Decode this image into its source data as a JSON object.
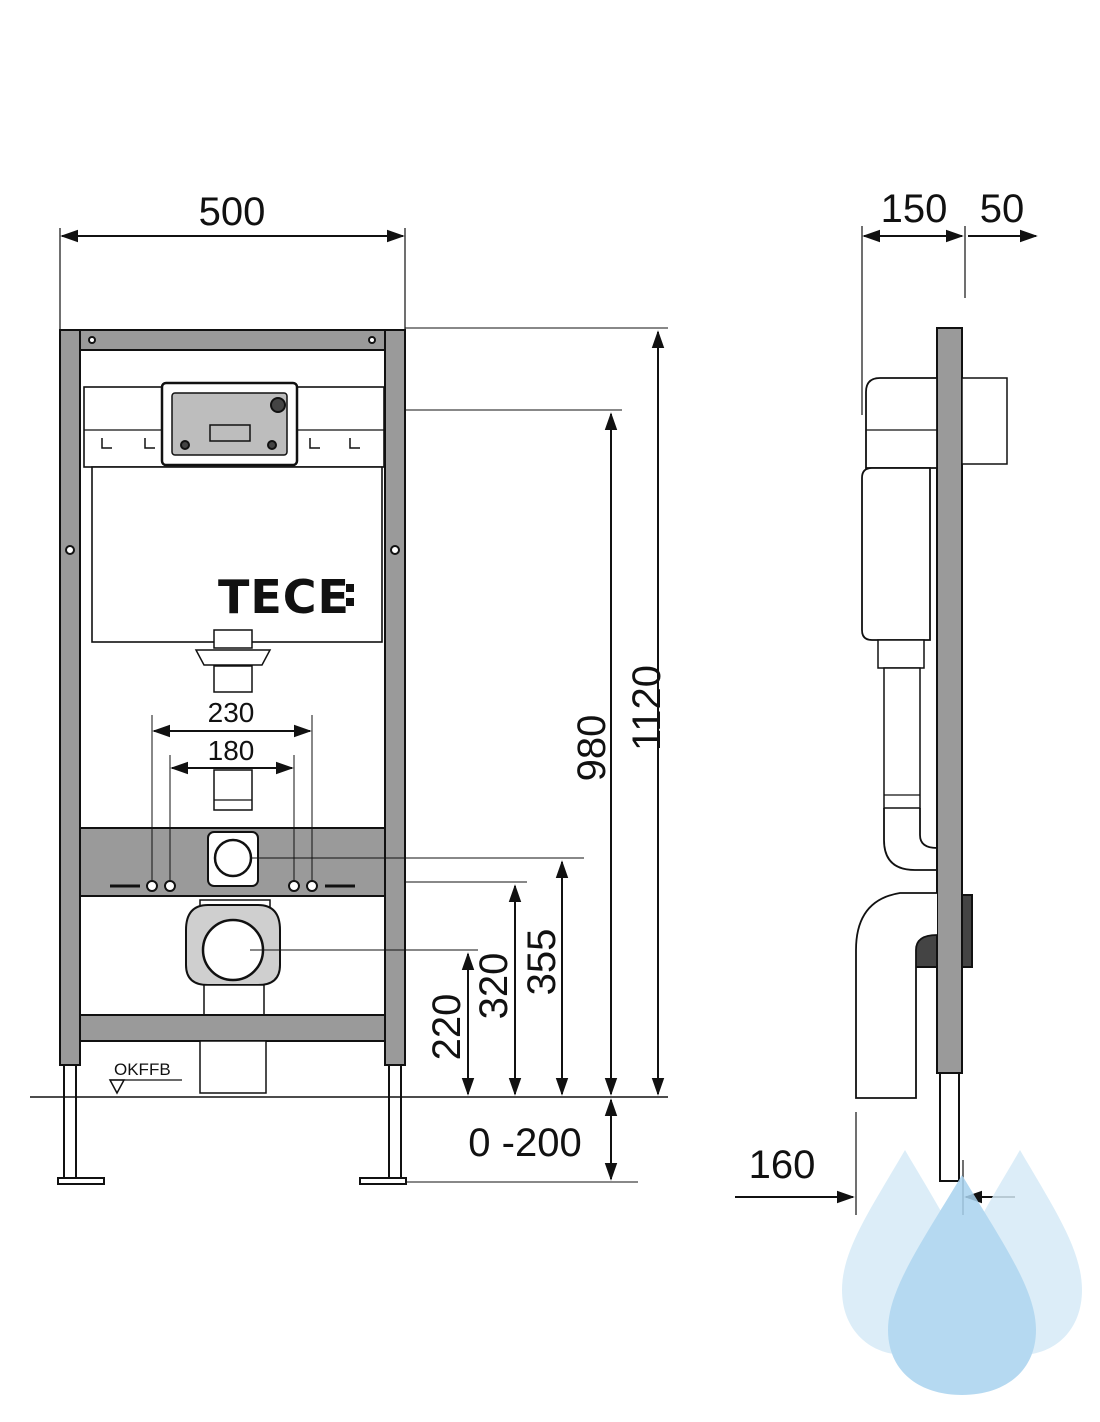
{
  "front_view": {
    "width_label": "500",
    "hole_spacing_outer": "230",
    "hole_spacing_inner": "180",
    "brand_label": "TECE",
    "floor_label": "OKFFB"
  },
  "height_dimensions": {
    "frame_height": "1120",
    "cistern_height": "980",
    "connection_355": "355",
    "connection_320": "320",
    "drain_220": "220",
    "leg_adjust": "0 -200"
  },
  "side_view": {
    "depth_label": "150",
    "offset_label": "50",
    "drain_depth_label": "160"
  },
  "colors": {
    "line": "#111111",
    "frame_fill": "#9a9a9a",
    "drop_light": "#d6ebf7",
    "drop_dark": "#a9d3ef"
  }
}
